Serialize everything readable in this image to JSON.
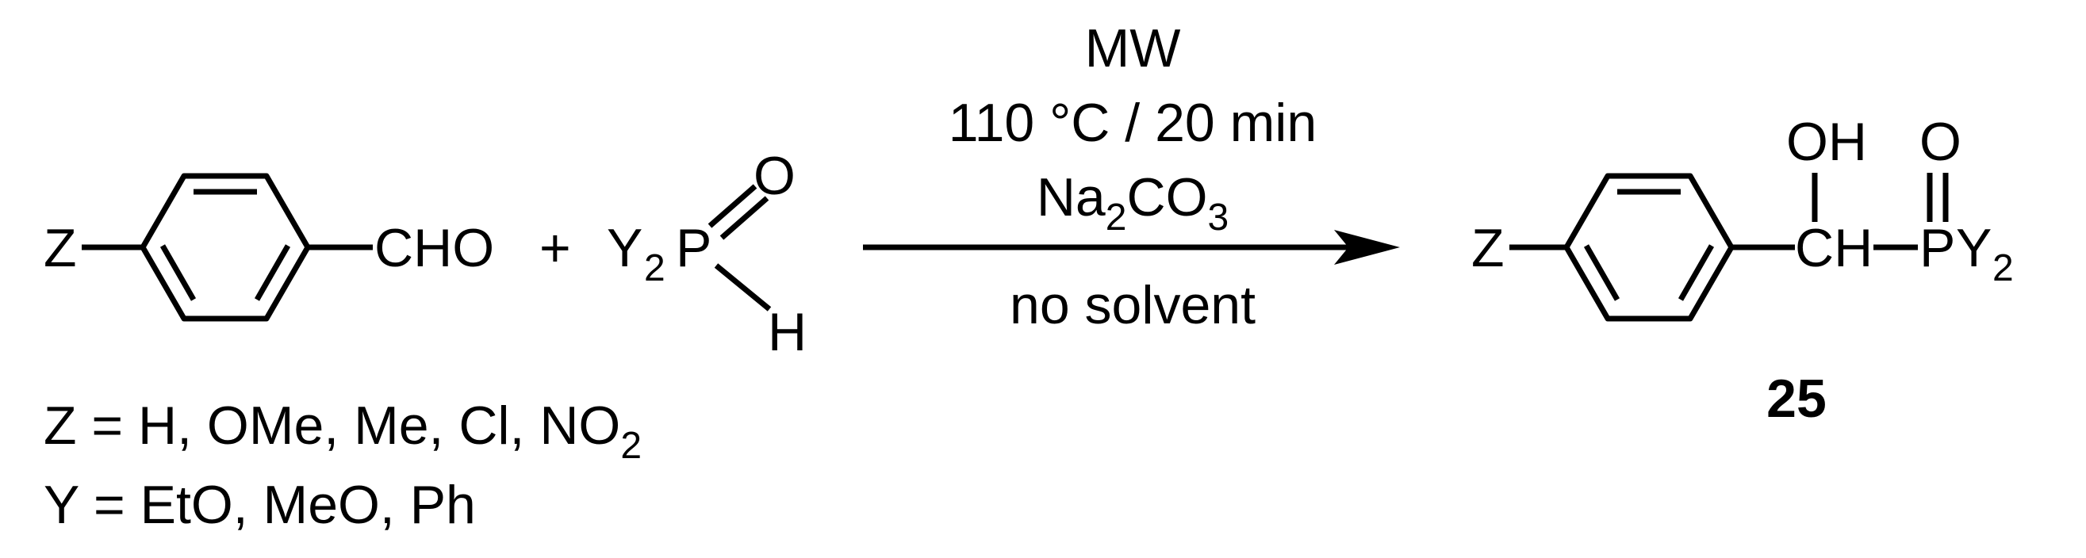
{
  "reactant_aldehyde": {
    "substituent": "Z",
    "group": "CHO"
  },
  "plus_sign": "+",
  "reactant_phosphorus": {
    "y_label": "Y",
    "y_count": "2",
    "p_label": "P",
    "o_label": "O",
    "h_label": "H"
  },
  "conditions": {
    "line1": "MW",
    "line2": "110 °C / 20 min",
    "base_prefix": "Na",
    "base_sub1": "2",
    "base_mid": "CO",
    "base_sub2": "3",
    "below_arrow": "no solvent"
  },
  "product": {
    "substituent": "Z",
    "oh_label": "OH",
    "ch_label": "CH",
    "p_label": "P",
    "y_label": "Y",
    "y_count": "2",
    "o_label": "O",
    "compound_number": "25"
  },
  "definitions": {
    "z_line_prefix": "Z = H, OMe, Me, Cl, NO",
    "z_line_sub": "2",
    "y_line": "Y = EtO, MeO, Ph"
  }
}
